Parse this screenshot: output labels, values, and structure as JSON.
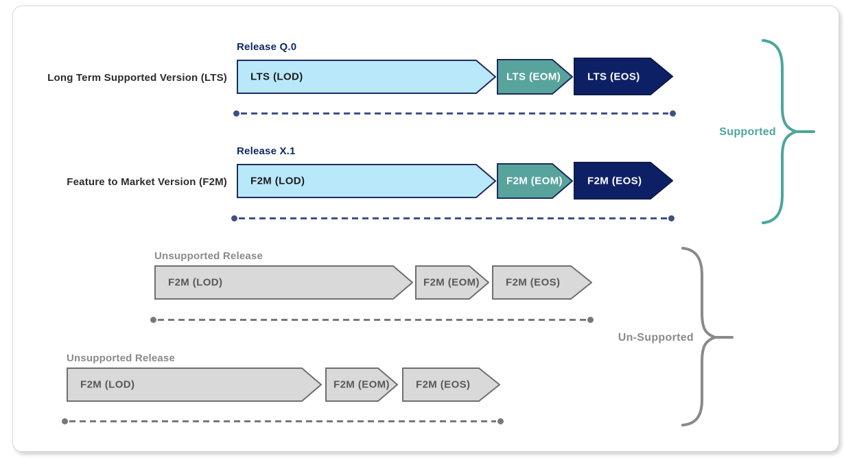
{
  "diagram": {
    "rows": [
      {
        "label": "Long Term Supported Version (LTS)",
        "release_label": "Release Q.0",
        "segments": [
          {
            "text": "LTS (LOD)"
          },
          {
            "text": "LTS (EOM)"
          },
          {
            "text": "LTS (EOS)"
          }
        ]
      },
      {
        "label": "Feature to Market Version (F2M)",
        "release_label": "Release X.1",
        "segments": [
          {
            "text": "F2M (LOD)"
          },
          {
            "text": "F2M (EOM)"
          },
          {
            "text": "F2M (EOS)"
          }
        ]
      },
      {
        "title": "Unsupported Release",
        "segments": [
          {
            "text": "F2M (LOD)"
          },
          {
            "text": "F2M (EOM)"
          },
          {
            "text": "F2M (EOS)"
          }
        ]
      },
      {
        "title": "Unsupported Release",
        "segments": [
          {
            "text": "F2M (LOD)"
          },
          {
            "text": "F2M (EOM)"
          },
          {
            "text": "F2M (EOS)"
          }
        ]
      }
    ],
    "braces": {
      "supported": {
        "label": "Supported"
      },
      "unsupported": {
        "label": "Un-Supported"
      }
    }
  },
  "colors": {
    "lodFill": "#bae8fb",
    "eomFill": "#58a49c",
    "eosFill": "#0e2065",
    "arrowBorder": "#1d2b5e",
    "eosBorder": "#0d1b45",
    "grayFill": "#d9d9d9",
    "grayBorder": "#6f6f6f",
    "grayText": "#585858",
    "navyLabel": "#0d2a66",
    "labelText": "#2b2b2b",
    "darkText": "#1b1b1b",
    "dashNavy": "#3e5184",
    "dashGray": "#787878",
    "supportedColor": "#4ba69b",
    "unsupportedColor": "#8a8a8a"
  }
}
